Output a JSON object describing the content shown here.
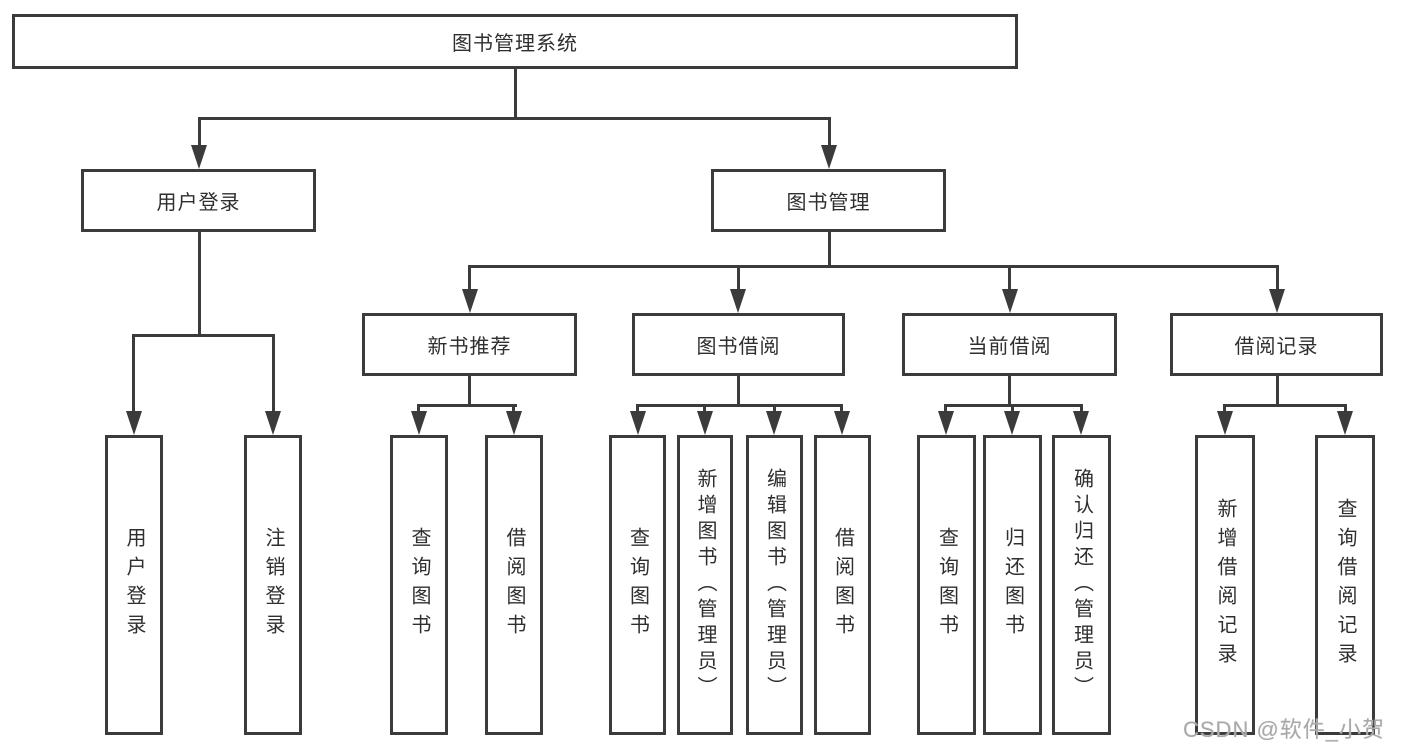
{
  "diagram": {
    "title_note": "library management system functional structure tree",
    "root": {
      "label": "图书管理系统"
    },
    "branches": [
      {
        "label": "用户登录",
        "children": [
          {
            "label": "用户登录"
          },
          {
            "label": "注销登录"
          }
        ]
      },
      {
        "label": "图书管理",
        "children": [
          {
            "label": "新书推荐",
            "children": [
              {
                "label": "查询图书"
              },
              {
                "label": "借阅图书"
              }
            ]
          },
          {
            "label": "图书借阅",
            "children": [
              {
                "label": "查询图书"
              },
              {
                "label": "新增图书（管理员）"
              },
              {
                "label": "编辑图书（管理员）"
              },
              {
                "label": "借阅图书"
              }
            ]
          },
          {
            "label": "当前借阅",
            "children": [
              {
                "label": "查询图书"
              },
              {
                "label": "归还图书"
              },
              {
                "label": "确认归还（管理员）"
              }
            ]
          },
          {
            "label": "借阅记录",
            "children": [
              {
                "label": "新增借阅记录"
              },
              {
                "label": "查询借阅记录"
              }
            ]
          }
        ]
      }
    ],
    "watermark": "CSDN @软件_小贺同学",
    "colors": {
      "line": "#3b3b3b",
      "box_border": "#3b3b3b",
      "text": "#2f2f2f",
      "watermark": "#a9a9a9",
      "background": "#ffffff"
    }
  }
}
